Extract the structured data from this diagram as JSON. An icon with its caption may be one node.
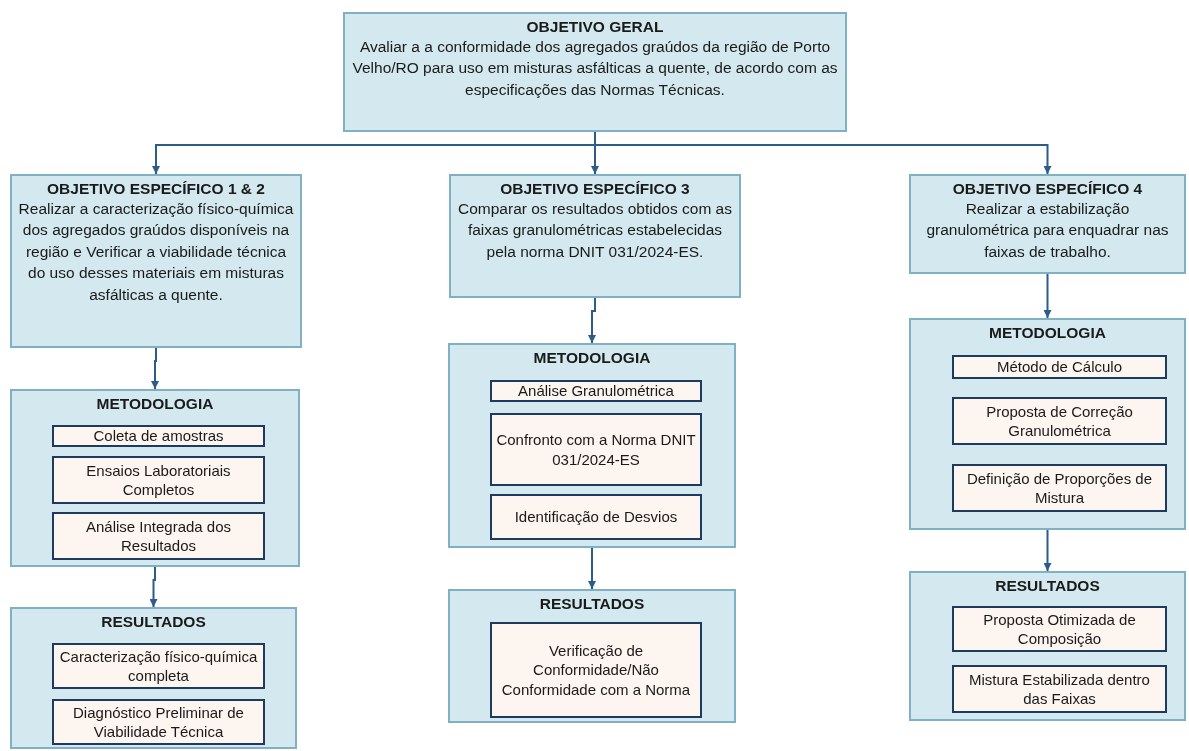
{
  "diagram": {
    "nodes": [
      {
        "text": [
          "OBJETIVO GERAL",
          "Avaliar a a conformidade dos agregados graúdos da região de Porto Velho/RO para uso em misturas asfálticas a quente, de acordo com as especificações das Normas Técnicas."
        ]
      },
      {
        "text": [
          "OBJETIVO ESPECÍFICO 1 & 2",
          "Realizar a caracterização físico-química dos agregados graúdos disponíveis na região e Verificar a viabilidade técnica do uso desses materiais em misturas asfálticas a quente."
        ]
      },
      {
        "text": [
          "OBJETIVO ESPECÍFICO 3",
          "Comparar os resultados obtidos com as faixas granulométricas estabelecidas pela norma DNIT 031/2024-ES."
        ]
      },
      {
        "text": [
          "OBJETIVO ESPECÍFICO 4",
          "Realizar a estabilização granulométrica para enquadrar nas faixas de trabalho."
        ]
      },
      {
        "text": [
          "METODOLOGIA"
        ]
      },
      {
        "text": [
          "Coleta de amostras"
        ],
        "in": 4
      },
      {
        "text": [
          "Ensaios Laboratoriais Completos"
        ],
        "in": 4
      },
      {
        "text": [
          "Análise Integrada dos Resultados"
        ],
        "in": 4
      },
      {
        "text": [
          "RESULTADOS"
        ]
      },
      {
        "text": [
          "Caracterização físico-química completa"
        ],
        "in": 8
      },
      {
        "text": [
          "Diagnóstico Preliminar de Viabilidade Técnica"
        ],
        "in": 8
      },
      {
        "text": [
          "METODOLOGIA"
        ]
      },
      {
        "text": [
          "Análise Granulométrica"
        ],
        "in": 11
      },
      {
        "text": [
          "Confronto com a Norma DNIT 031/2024-ES"
        ],
        "in": 11
      },
      {
        "text": [
          "Identificação de Desvios"
        ],
        "in": 11
      },
      {
        "text": [
          "RESULTADOS"
        ]
      },
      {
        "text": [
          "Verificação de Conformidade/Não Conformidade com a Norma"
        ],
        "in": 15
      },
      {
        "text": [
          "METODOLOGIA"
        ]
      },
      {
        "text": [
          "Método de Cálculo"
        ],
        "in": 17
      },
      {
        "text": [
          "Proposta de Correção Granulométrica"
        ],
        "in": 17
      },
      {
        "text": [
          "Definição de Proporções de Mistura"
        ],
        "in": 17
      },
      {
        "text": [
          "RESULTADOS"
        ]
      },
      {
        "text": [
          "Proposta Otimizada de Composição"
        ],
        "in": 21
      },
      {
        "text": [
          "Mistura Estabilizada dentro das Faixas"
        ],
        "in": 21
      }
    ],
    "edges": [
      {
        "from": 0,
        "to": 1,
        "arrow": "to"
      },
      {
        "from": 0,
        "to": 2,
        "arrow": "to"
      },
      {
        "from": 0,
        "to": 3,
        "arrow": "to"
      },
      {
        "from": 1,
        "to": 4,
        "arrow": "to"
      },
      {
        "from": 4,
        "to": 8,
        "arrow": "to"
      },
      {
        "from": 2,
        "to": 11,
        "arrow": "to"
      },
      {
        "from": 11,
        "to": 15,
        "arrow": "to"
      },
      {
        "from": 3,
        "to": 17,
        "arrow": "to"
      },
      {
        "from": 17,
        "to": 21,
        "arrow": "to"
      }
    ]
  }
}
